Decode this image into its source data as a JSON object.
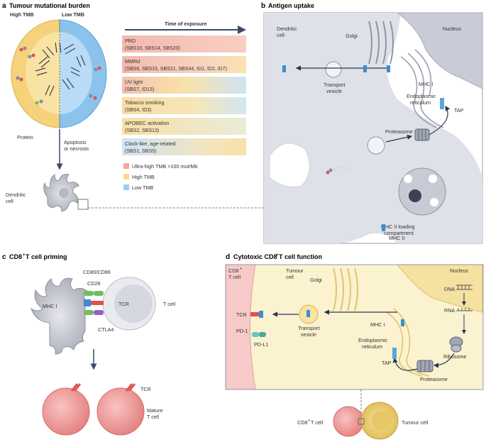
{
  "panel_a": {
    "letter": "a",
    "title": "Tumour mutational burden",
    "high_tmb": "High TMB",
    "low_tmb": "Low TMB",
    "time_of_exposure": "Time of exposure",
    "protein": "Protein",
    "apoptosis_line1": "Apoptosis",
    "apoptosis_line2": "or necrosis",
    "dendritic_line1": "Dendritic",
    "dendritic_line2": "cell",
    "signatures": [
      {
        "name": "PRD",
        "detail": "(SBS10, SBS14, SBS20)"
      },
      {
        "name": "MMRd",
        "detail": "(SBS6, SBS15, SBS21, SBS44, ID1, ID2, ID7)"
      },
      {
        "name": "UV light",
        "detail": "(SBS7, ID13)"
      },
      {
        "name": "Tobacco smoking",
        "detail": "(SBS4, ID3)"
      },
      {
        "name": "APOBEC activation",
        "detail": "(SBS2, SBS13)"
      },
      {
        "name": "Clock-like, age-related",
        "detail": "(SBS1, SBS5)"
      }
    ],
    "legend": [
      {
        "label": "Ultra-high TMB >100 mut/Mb",
        "color": "#f4a3a3"
      },
      {
        "label": "High TMB",
        "color": "#f8dc8a"
      },
      {
        "label": "Low TMB",
        "color": "#9dcdf0"
      }
    ]
  },
  "panel_b": {
    "letter": "b",
    "title": "Antigen uptake",
    "dendritic_line1": "Dendritic",
    "dendritic_line2": "cell",
    "golgi": "Golgi",
    "nucleus": "Nucleus",
    "transport_line1": "Transport",
    "transport_line2": "vesicle",
    "mhc1": "MHC I",
    "er_line1": "Endoplasmic",
    "er_line2": "reticulum",
    "tap": "TAP",
    "proteasome": "Proteasome",
    "mhc2_loading_line1": "MHC II loading",
    "mhc2_loading_line2": "compartment",
    "mhc2": "MHC II"
  },
  "panel_c": {
    "letter": "c",
    "title_pre": "CD8",
    "title_sup": "+",
    "title_post": " T cell priming",
    "cd80": "CD80/CD86",
    "cd28": "CD28",
    "mhc1": "MHC I",
    "tcr": "TCR",
    "tcell": "T cell",
    "ctla4": "CTLA4",
    "tcr2": "TCR",
    "mature_line1": "Mature",
    "mature_line2": "T cell"
  },
  "panel_d": {
    "letter": "d",
    "title_pre": "Cytotoxic CD8",
    "title_sup": "+",
    "title_post": " T cell function",
    "cd8_pre": "CD8",
    "cd8_sup": "+",
    "cd8_line2": "T cell",
    "tumour_line1": "Tumour",
    "tumour_line2": "cell",
    "golgi": "Golgi",
    "nucleus": "Nucleus",
    "dna": "DNA",
    "rna": "RNA",
    "tcr": "TCR",
    "pd1": "PD-1",
    "pdl1": "PD-L1",
    "transport_line1": "Transport",
    "transport_line2": "vesicle",
    "mhc1": "MHC I",
    "er_line1": "Endoplasmic",
    "er_line2": "reticulum",
    "tap": "TAP",
    "ribosome": "Ribosome",
    "proteasome": "Proteasome",
    "inset_cd8_pre": "CD8",
    "inset_cd8_sup": "+",
    "inset_cd8_post": " T cell",
    "inset_tumour": "Tumour cell"
  }
}
